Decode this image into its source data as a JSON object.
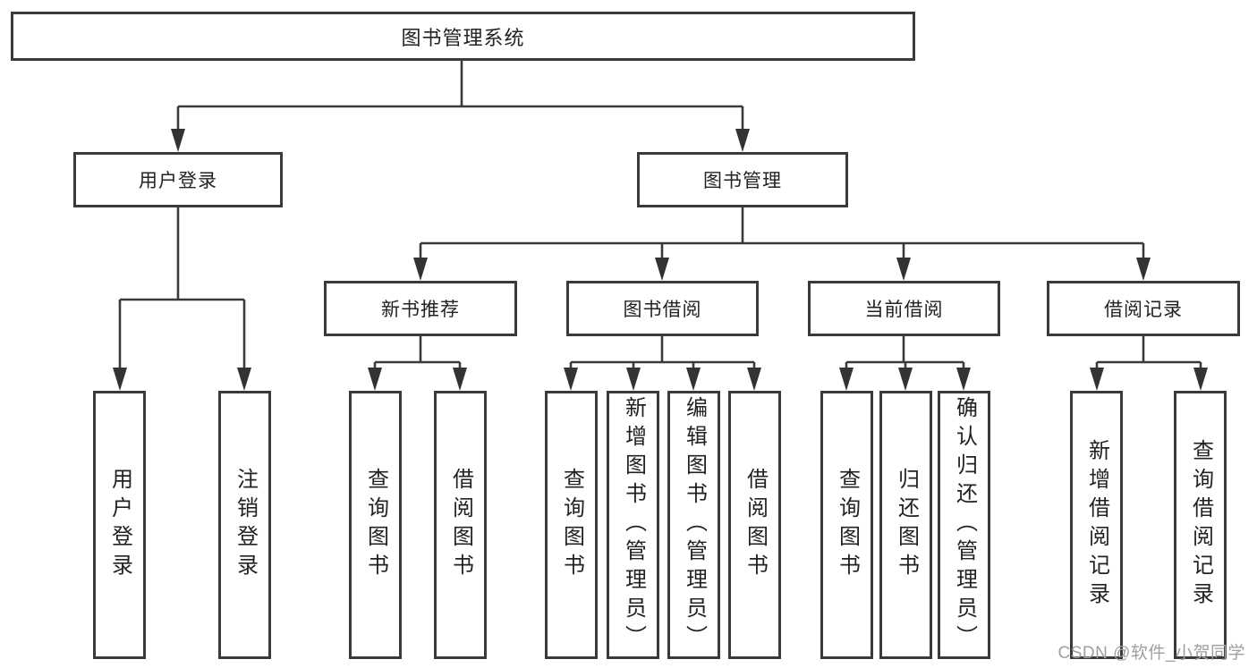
{
  "diagram": {
    "root": {
      "label": "图书管理系统"
    },
    "level2": [
      {
        "label": "用户登录"
      },
      {
        "label": "图书管理"
      }
    ],
    "level3": [
      {
        "label": "新书推荐"
      },
      {
        "label": "图书借阅"
      },
      {
        "label": "当前借阅"
      },
      {
        "label": "借阅记录"
      }
    ],
    "leaves": [
      {
        "label": "用户登录"
      },
      {
        "label": "注销登录"
      },
      {
        "label": "查询图书"
      },
      {
        "label": "借阅图书"
      },
      {
        "label": "查询图书"
      },
      {
        "label": "新增图书（管理员）"
      },
      {
        "label": "编辑图书（管理员）"
      },
      {
        "label": "借阅图书"
      },
      {
        "label": "查询图书"
      },
      {
        "label": "归还图书"
      },
      {
        "label": "确认归还（管理员）"
      },
      {
        "label": "新增借阅记录"
      },
      {
        "label": "查询借阅记录"
      }
    ]
  },
  "watermark": {
    "text": "CSDN @软件_小贺同学"
  },
  "colors": {
    "line": "#3a3a3a",
    "background": "#ffffff",
    "watermark": "#9f9f9f"
  }
}
